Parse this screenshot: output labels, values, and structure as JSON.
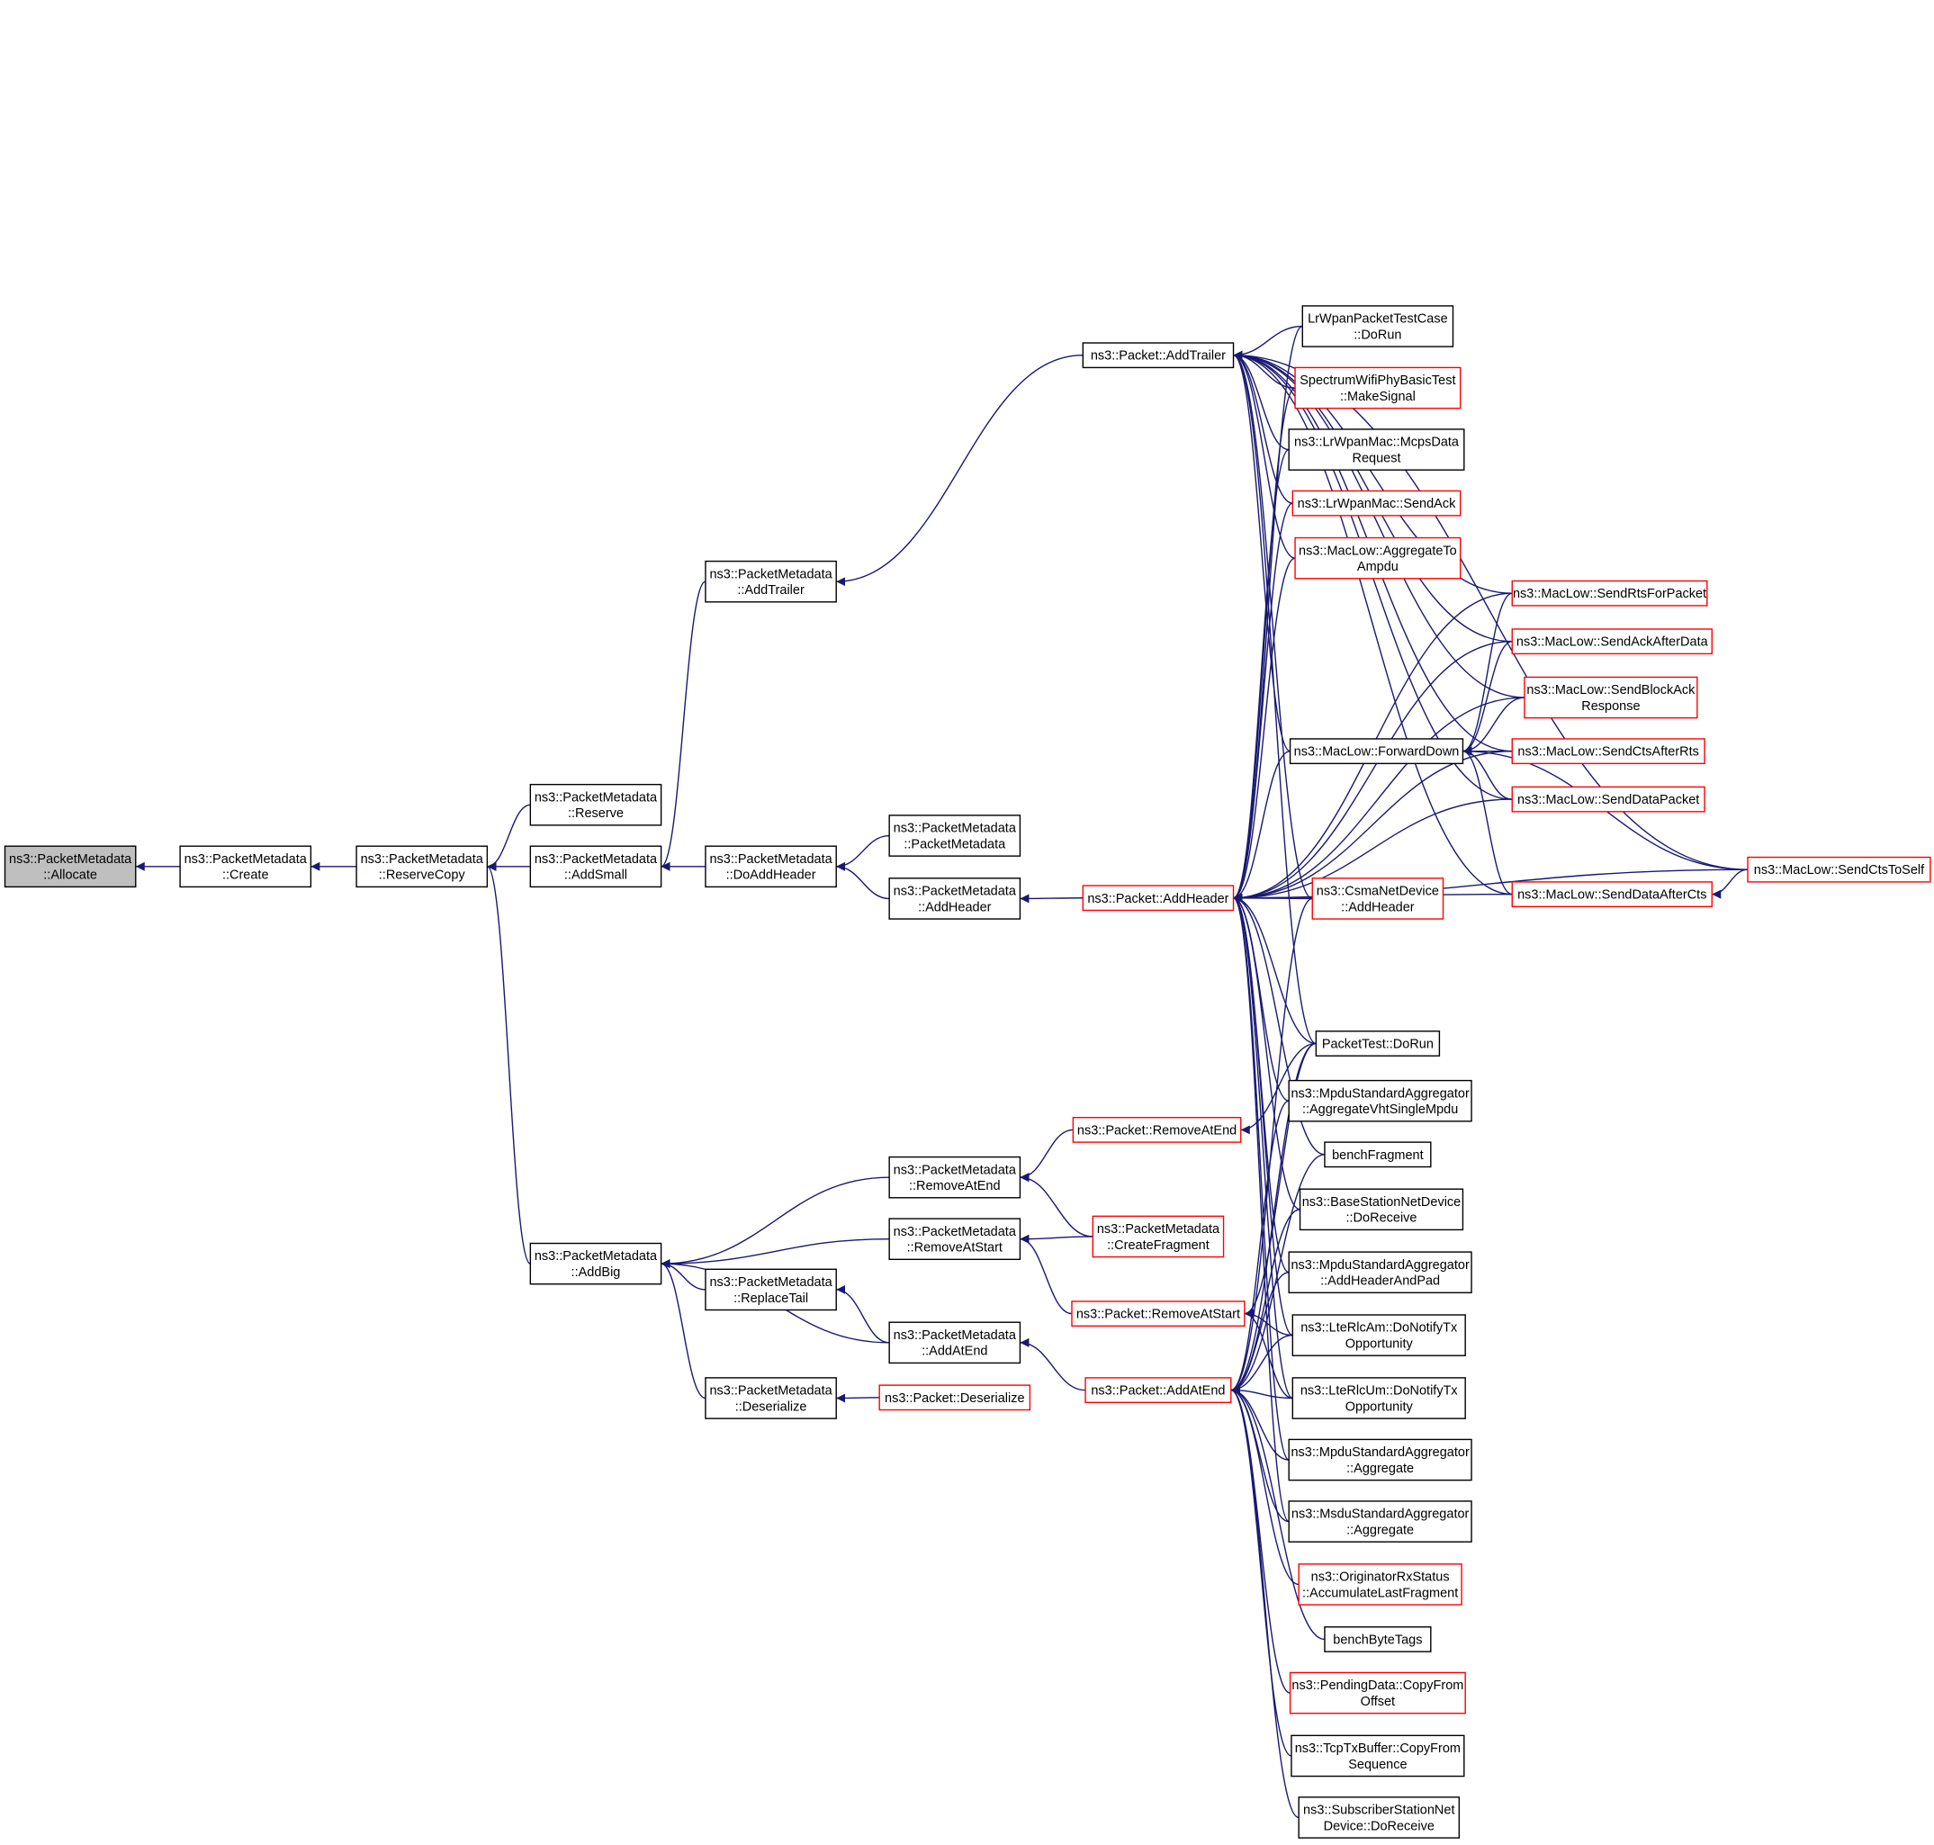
{
  "nodes": [
    {
      "id": "allocate",
      "lines": [
        "ns3::PacketMetadata",
        "::Allocate"
      ],
      "style": "current"
    },
    {
      "id": "create",
      "lines": [
        "ns3::PacketMetadata",
        "::Create"
      ],
      "style": "normal"
    },
    {
      "id": "reservecopy",
      "lines": [
        "ns3::PacketMetadata",
        "::ReserveCopy"
      ],
      "style": "normal"
    },
    {
      "id": "reserve",
      "lines": [
        "ns3::PacketMetadata",
        "::Reserve"
      ],
      "style": "normal"
    },
    {
      "id": "addsmall",
      "lines": [
        "ns3::PacketMetadata",
        "::AddSmall"
      ],
      "style": "normal"
    },
    {
      "id": "addbig",
      "lines": [
        "ns3::PacketMetadata",
        "::AddBig"
      ],
      "style": "normal"
    },
    {
      "id": "pm_addtrailer",
      "lines": [
        "ns3::PacketMetadata",
        "::AddTrailer"
      ],
      "style": "normal"
    },
    {
      "id": "doaddheader",
      "lines": [
        "ns3::PacketMetadata",
        "::DoAddHeader"
      ],
      "style": "normal"
    },
    {
      "id": "replacetail",
      "lines": [
        "ns3::PacketMetadata",
        "::ReplaceTail"
      ],
      "style": "normal"
    },
    {
      "id": "pm_deserialize",
      "lines": [
        "ns3::PacketMetadata",
        "::Deserialize"
      ],
      "style": "normal"
    },
    {
      "id": "pm_ctor",
      "lines": [
        "ns3::PacketMetadata",
        "::PacketMetadata"
      ],
      "style": "normal"
    },
    {
      "id": "pm_addheader",
      "lines": [
        "ns3::PacketMetadata",
        "::AddHeader"
      ],
      "style": "normal"
    },
    {
      "id": "pm_removeatend",
      "lines": [
        "ns3::PacketMetadata",
        "::RemoveAtEnd"
      ],
      "style": "normal"
    },
    {
      "id": "pm_removeatstart",
      "lines": [
        "ns3::PacketMetadata",
        "::RemoveAtStart"
      ],
      "style": "normal"
    },
    {
      "id": "pm_addatend",
      "lines": [
        "ns3::PacketMetadata",
        "::AddAtEnd"
      ],
      "style": "normal"
    },
    {
      "id": "p_deserialize",
      "lines": [
        "ns3::Packet::Deserialize"
      ],
      "style": "red"
    },
    {
      "id": "p_addtrailer",
      "lines": [
        "ns3::Packet::AddTrailer"
      ],
      "style": "normal"
    },
    {
      "id": "p_addheader",
      "lines": [
        "ns3::Packet::AddHeader"
      ],
      "style": "red"
    },
    {
      "id": "p_removeatend",
      "lines": [
        "ns3::Packet::RemoveAtEnd"
      ],
      "style": "red"
    },
    {
      "id": "pm_createfragment",
      "lines": [
        "ns3::PacketMetadata",
        "::CreateFragment"
      ],
      "style": "red"
    },
    {
      "id": "p_removeatstart",
      "lines": [
        "ns3::Packet::RemoveAtStart"
      ],
      "style": "red"
    },
    {
      "id": "p_addatend",
      "lines": [
        "ns3::Packet::AddAtEnd"
      ],
      "style": "red"
    },
    {
      "id": "lrwpantest",
      "lines": [
        "LrWpanPacketTestCase",
        "::DoRun"
      ],
      "style": "normal"
    },
    {
      "id": "spectrumtest",
      "lines": [
        "SpectrumWifiPhyBasicTest",
        "::MakeSignal"
      ],
      "style": "red"
    },
    {
      "id": "mcpsdata",
      "lines": [
        "ns3::LrWpanMac::McpsData",
        "Request"
      ],
      "style": "normal"
    },
    {
      "id": "lrwpan_sendack",
      "lines": [
        "ns3::LrWpanMac::SendAck"
      ],
      "style": "red"
    },
    {
      "id": "aggregatetoampdu",
      "lines": [
        "ns3::MacLow::AggregateTo",
        "Ampdu"
      ],
      "style": "red"
    },
    {
      "id": "forwarddown",
      "lines": [
        "ns3::MacLow::ForwardDown"
      ],
      "style": "normal"
    },
    {
      "id": "csma_addheader",
      "lines": [
        "ns3::CsmaNetDevice",
        "::AddHeader"
      ],
      "style": "red"
    },
    {
      "id": "packettest",
      "lines": [
        "PacketTest::DoRun"
      ],
      "style": "normal"
    },
    {
      "id": "mpdu_vht",
      "lines": [
        "ns3::MpduStandardAggregator",
        "::AggregateVhtSingleMpdu"
      ],
      "style": "normal"
    },
    {
      "id": "benchfragment",
      "lines": [
        "benchFragment"
      ],
      "style": "normal"
    },
    {
      "id": "bs_doreceive",
      "lines": [
        "ns3::BaseStationNetDevice",
        "::DoReceive"
      ],
      "style": "normal"
    },
    {
      "id": "mpdu_addheaderpad",
      "lines": [
        "ns3::MpduStandardAggregator",
        "::AddHeaderAndPad"
      ],
      "style": "normal"
    },
    {
      "id": "lterlcam",
      "lines": [
        "ns3::LteRlcAm::DoNotifyTx",
        "Opportunity"
      ],
      "style": "normal"
    },
    {
      "id": "lterlcum",
      "lines": [
        "ns3::LteRlcUm::DoNotifyTx",
        "Opportunity"
      ],
      "style": "normal"
    },
    {
      "id": "mpdu_aggregate",
      "lines": [
        "ns3::MpduStandardAggregator",
        "::Aggregate"
      ],
      "style": "normal"
    },
    {
      "id": "msdu_aggregate",
      "lines": [
        "ns3::MsduStandardAggregator",
        "::Aggregate"
      ],
      "style": "normal"
    },
    {
      "id": "originator",
      "lines": [
        "ns3::OriginatorRxStatus",
        "::AccumulateLastFragment"
      ],
      "style": "red"
    },
    {
      "id": "benchbytetags",
      "lines": [
        "benchByteTags"
      ],
      "style": "normal"
    },
    {
      "id": "pendingdata",
      "lines": [
        "ns3::PendingData::CopyFrom",
        "Offset"
      ],
      "style": "red"
    },
    {
      "id": "tcptxbuffer",
      "lines": [
        "ns3::TcpTxBuffer::CopyFrom",
        "Sequence"
      ],
      "style": "normal"
    },
    {
      "id": "ss_doreceive",
      "lines": [
        "ns3::SubscriberStationNet",
        "Device::DoReceive"
      ],
      "style": "normal"
    },
    {
      "id": "sendrtsforpacket",
      "lines": [
        "ns3::MacLow::SendRtsForPacket"
      ],
      "style": "red"
    },
    {
      "id": "sendackafterdata",
      "lines": [
        "ns3::MacLow::SendAckAfterData"
      ],
      "style": "red"
    },
    {
      "id": "sendblockack",
      "lines": [
        "ns3::MacLow::SendBlockAck",
        "Response"
      ],
      "style": "red"
    },
    {
      "id": "sendctsafterrts",
      "lines": [
        "ns3::MacLow::SendCtsAfterRts"
      ],
      "style": "red"
    },
    {
      "id": "senddatapacket",
      "lines": [
        "ns3::MacLow::SendDataPacket"
      ],
      "style": "red"
    },
    {
      "id": "senddataaftercts",
      "lines": [
        "ns3::MacLow::SendDataAfterCts"
      ],
      "style": "red"
    },
    {
      "id": "sendctstoself",
      "lines": [
        "ns3::MacLow::SendCtsToSelf"
      ],
      "style": "red"
    }
  ],
  "edges": [
    [
      "allocate",
      "create"
    ],
    [
      "create",
      "reservecopy"
    ],
    [
      "reservecopy",
      "reserve"
    ],
    [
      "reservecopy",
      "addsmall"
    ],
    [
      "reservecopy",
      "addbig"
    ],
    [
      "addsmall",
      "pm_addtrailer"
    ],
    [
      "addsmall",
      "doaddheader"
    ],
    [
      "doaddheader",
      "pm_ctor"
    ],
    [
      "doaddheader",
      "pm_addheader"
    ],
    [
      "pm_addtrailer",
      "p_addtrailer"
    ],
    [
      "pm_addheader",
      "p_addheader"
    ],
    [
      "addbig",
      "pm_removeatend"
    ],
    [
      "addbig",
      "pm_removeatstart"
    ],
    [
      "addbig",
      "replacetail"
    ],
    [
      "addbig",
      "pm_addatend"
    ],
    [
      "addbig",
      "pm_deserialize"
    ],
    [
      "replacetail",
      "pm_addatend"
    ],
    [
      "pm_deserialize",
      "p_deserialize"
    ],
    [
      "pm_removeatend",
      "p_removeatend"
    ],
    [
      "pm_removeatend",
      "pm_createfragment"
    ],
    [
      "pm_removeatstart",
      "pm_createfragment"
    ],
    [
      "pm_removeatstart",
      "p_removeatstart"
    ],
    [
      "pm_addatend",
      "p_addatend"
    ],
    [
      "p_addtrailer",
      "lrwpantest"
    ],
    [
      "p_addtrailer",
      "spectrumtest"
    ],
    [
      "p_addtrailer",
      "mcpsdata"
    ],
    [
      "p_addtrailer",
      "lrwpan_sendack"
    ],
    [
      "p_addtrailer",
      "aggregatetoampdu"
    ],
    [
      "p_addtrailer",
      "forwarddown"
    ],
    [
      "p_addtrailer",
      "csma_addheader"
    ],
    [
      "p_addtrailer",
      "packettest"
    ],
    [
      "p_addtrailer",
      "sendrtsforpacket"
    ],
    [
      "p_addtrailer",
      "sendackafterdata"
    ],
    [
      "p_addtrailer",
      "sendblockack"
    ],
    [
      "p_addtrailer",
      "sendctsafterrts"
    ],
    [
      "p_addtrailer",
      "senddatapacket"
    ],
    [
      "p_addtrailer",
      "senddataaftercts"
    ],
    [
      "p_addtrailer",
      "sendctstoself"
    ],
    [
      "p_addheader",
      "lrwpantest"
    ],
    [
      "p_addheader",
      "spectrumtest"
    ],
    [
      "p_addheader",
      "mcpsdata"
    ],
    [
      "p_addheader",
      "lrwpan_sendack"
    ],
    [
      "p_addheader",
      "aggregatetoampdu"
    ],
    [
      "p_addheader",
      "forwarddown"
    ],
    [
      "p_addheader",
      "csma_addheader"
    ],
    [
      "p_addheader",
      "packettest"
    ],
    [
      "p_addheader",
      "mpdu_vht"
    ],
    [
      "p_addheader",
      "benchfragment"
    ],
    [
      "p_addheader",
      "bs_doreceive"
    ],
    [
      "p_addheader",
      "mpdu_addheaderpad"
    ],
    [
      "p_addheader",
      "lterlcam"
    ],
    [
      "p_addheader",
      "lterlcum"
    ],
    [
      "p_addheader",
      "mpdu_aggregate"
    ],
    [
      "p_addheader",
      "msdu_aggregate"
    ],
    [
      "p_addheader",
      "sendrtsforpacket"
    ],
    [
      "p_addheader",
      "sendackafterdata"
    ],
    [
      "p_addheader",
      "sendblockack"
    ],
    [
      "p_addheader",
      "sendctsafterrts"
    ],
    [
      "p_addheader",
      "senddatapacket"
    ],
    [
      "p_addheader",
      "senddataaftercts"
    ],
    [
      "p_addheader",
      "sendctstoself"
    ],
    [
      "forwarddown",
      "sendrtsforpacket"
    ],
    [
      "forwarddown",
      "sendackafterdata"
    ],
    [
      "forwarddown",
      "sendblockack"
    ],
    [
      "forwarddown",
      "sendctsafterrts"
    ],
    [
      "forwarddown",
      "senddatapacket"
    ],
    [
      "forwarddown",
      "senddataaftercts"
    ],
    [
      "forwarddown",
      "sendctstoself"
    ],
    [
      "senddataaftercts",
      "sendctstoself"
    ],
    [
      "p_removeatend",
      "packettest"
    ],
    [
      "p_removeatstart",
      "packettest"
    ],
    [
      "p_removeatstart",
      "lterlcam"
    ],
    [
      "p_removeatstart",
      "lterlcum"
    ],
    [
      "p_addatend",
      "csma_addheader"
    ],
    [
      "p_addatend",
      "packettest"
    ],
    [
      "p_addatend",
      "mpdu_vht"
    ],
    [
      "p_addatend",
      "benchfragment"
    ],
    [
      "p_addatend",
      "bs_doreceive"
    ],
    [
      "p_addatend",
      "mpdu_addheaderpad"
    ],
    [
      "p_addatend",
      "lterlcam"
    ],
    [
      "p_addatend",
      "lterlcum"
    ],
    [
      "p_addatend",
      "mpdu_aggregate"
    ],
    [
      "p_addatend",
      "msdu_aggregate"
    ],
    [
      "p_addatend",
      "originator"
    ],
    [
      "p_addatend",
      "benchbytetags"
    ],
    [
      "p_addatend",
      "pendingdata"
    ],
    [
      "p_addatend",
      "tcptxbuffer"
    ],
    [
      "p_addatend",
      "ss_doreceive"
    ]
  ],
  "colors": {
    "edge": "#191970",
    "node_border": "#000000",
    "node_border_red": "#ff0000",
    "node_fill": "#ffffff",
    "current_fill": "#bfbfbf",
    "text": "#000000"
  }
}
